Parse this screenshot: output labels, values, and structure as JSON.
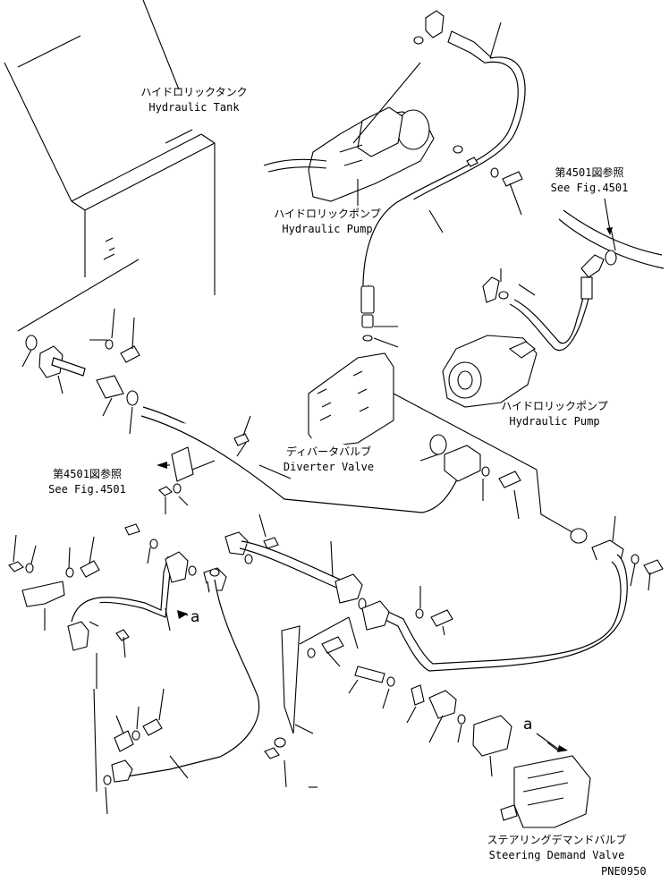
{
  "labels": {
    "tank_jp": "ハイドロリックタンク",
    "tank_en": "Hydraulic Tank",
    "pump_upper_jp": "ハイドロリックポンプ",
    "pump_upper_en": "Hydraulic Pump",
    "fig_ref_right_jp": "第4501図参照",
    "fig_ref_right_en": "See Fig.4501",
    "pump_right_jp": "ハイドロリックポンプ",
    "pump_right_en": "Hydraulic Pump",
    "diverter_jp": "ディバータバルブ",
    "diverter_en": "Diverter Valve",
    "fig_ref_left_jp": "第4501図参照",
    "fig_ref_left_en": "See Fig.4501",
    "view_a_left": "a",
    "view_a_right": "a",
    "steering_jp": "ステアリングデマンドバルブ",
    "steering_en": "Steering Demand Valve",
    "drawing_code": "PNE0950"
  }
}
